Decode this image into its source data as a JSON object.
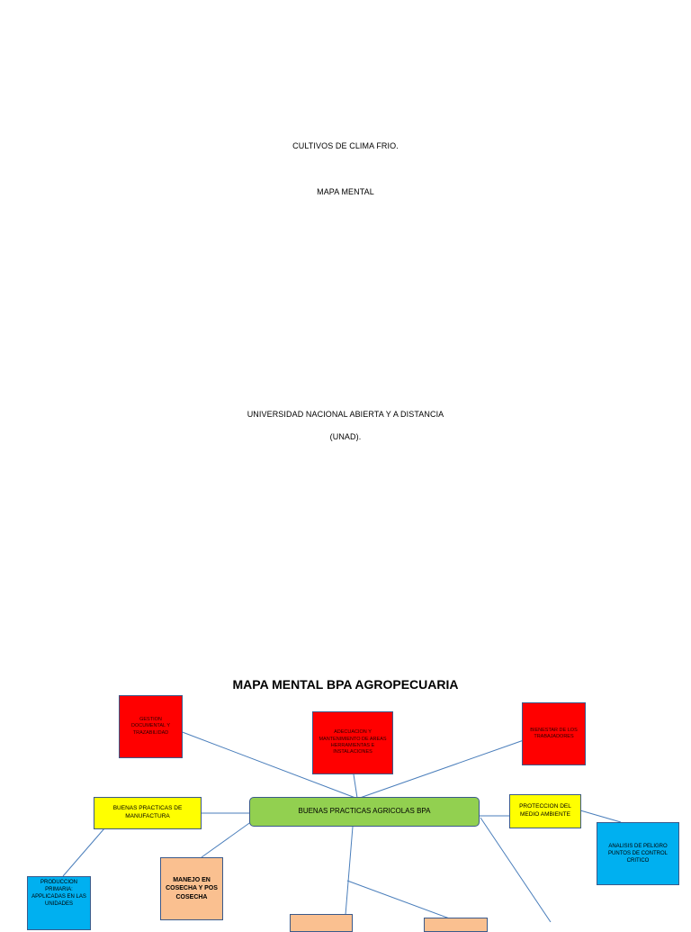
{
  "cover": {
    "line1": "CULTIVOS DE CLIMA FRIO.",
    "line2": "MAPA MENTAL",
    "line3": "UNIVERSIDAD NACIONAL ABIERTA Y A DISTANCIA",
    "line4": "(UNAD)."
  },
  "mindmap": {
    "title": "MAPA MENTAL BPA  AGROPECUARIA",
    "center": "BUENAS PRACTICAS AGRICOLAS  BPA",
    "nodes": {
      "gestion": "GESTION DOCUMENTAL Y TRAZABILIDAD",
      "adecuacion": "ADECUACION Y MANTENIMIENTO DE AREAS HERRAMIENTAS E INSTALACIONES",
      "bienestar": "BIENESTAR DE LOS TRABAJADORES",
      "manufactura": "BUENAS PRACTICAS DE MANUFACTURA",
      "proteccion": "PROTECCION DEL MEDIO AMBIENTE",
      "analisis": "ANALISIS DE PELIGRO PUNTOS DE CONTROL CRITICO",
      "manejo": "MANEJO EN COSECHA Y POS COSECHA",
      "produccion": "PRODUCCION PRIMARIA: APPLICADAS EN LAS UNIDADES"
    },
    "colors": {
      "red": "#ff0000",
      "yellow": "#ffff00",
      "green": "#92d050",
      "blue": "#00b0f0",
      "peach": "#fac090",
      "connector": "#4a7ebb"
    }
  }
}
